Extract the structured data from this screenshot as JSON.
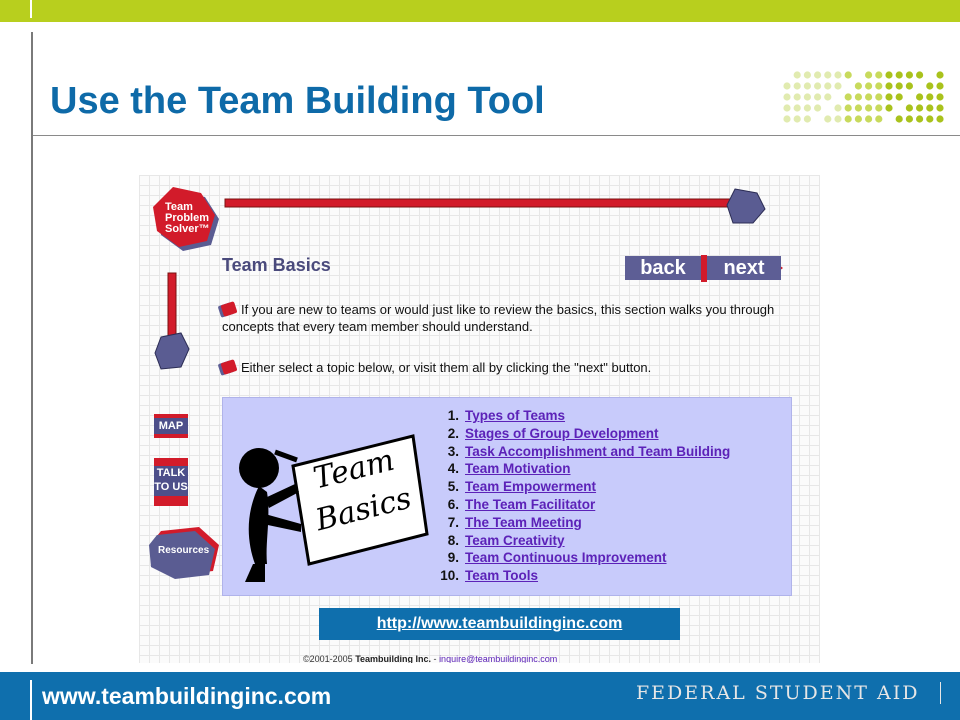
{
  "slide": {
    "title": "Use the Team Building Tool",
    "footer_url": "www.teambuildinginc.com",
    "footer_brand": "FEDERAL STUDENT AID",
    "accent_green": "#b8cf1e",
    "accent_blue": "#0f6fad"
  },
  "site": {
    "logo_lines": [
      "Team",
      "Problem",
      "Solver™"
    ],
    "heading": "Team Basics",
    "nav": {
      "back_label": "back",
      "next_label": "next"
    },
    "intro": [
      "If you are new to teams or would just like to review the basics, this section walks you through concepts that every team member should understand.",
      "Either select a topic below, or visit them all by clicking the \"next\" button."
    ],
    "side_nav": {
      "map": "MAP",
      "talk_line1": "TALK",
      "talk_line2": "TO US",
      "resources": "Resources"
    },
    "panel_art_text": [
      "Team",
      "Basics"
    ],
    "topics": [
      {
        "num": "1.",
        "label": "Types of Teams"
      },
      {
        "num": "2.",
        "label": "Stages of Group Development"
      },
      {
        "num": "3.",
        "label": "Task Accomplishment and Team Building"
      },
      {
        "num": "4.",
        "label": "Team Motivation"
      },
      {
        "num": "5.",
        "label": "Team Empowerment"
      },
      {
        "num": "6.",
        "label": "The Team Facilitator"
      },
      {
        "num": "7.",
        "label": "The Team Meeting"
      },
      {
        "num": "8.",
        "label": "Team Creativity"
      },
      {
        "num": "9.",
        "label": "Team Continuous Improvement"
      },
      {
        "num": "10.",
        "label": "Team Tools"
      }
    ],
    "url_link": "http://www.teambuildinginc.com",
    "copyright": {
      "year": "©2001-2005",
      "brand": "Teambuilding Inc.",
      "sep": "-",
      "email": "inquire@teambuildinginc.com"
    }
  }
}
